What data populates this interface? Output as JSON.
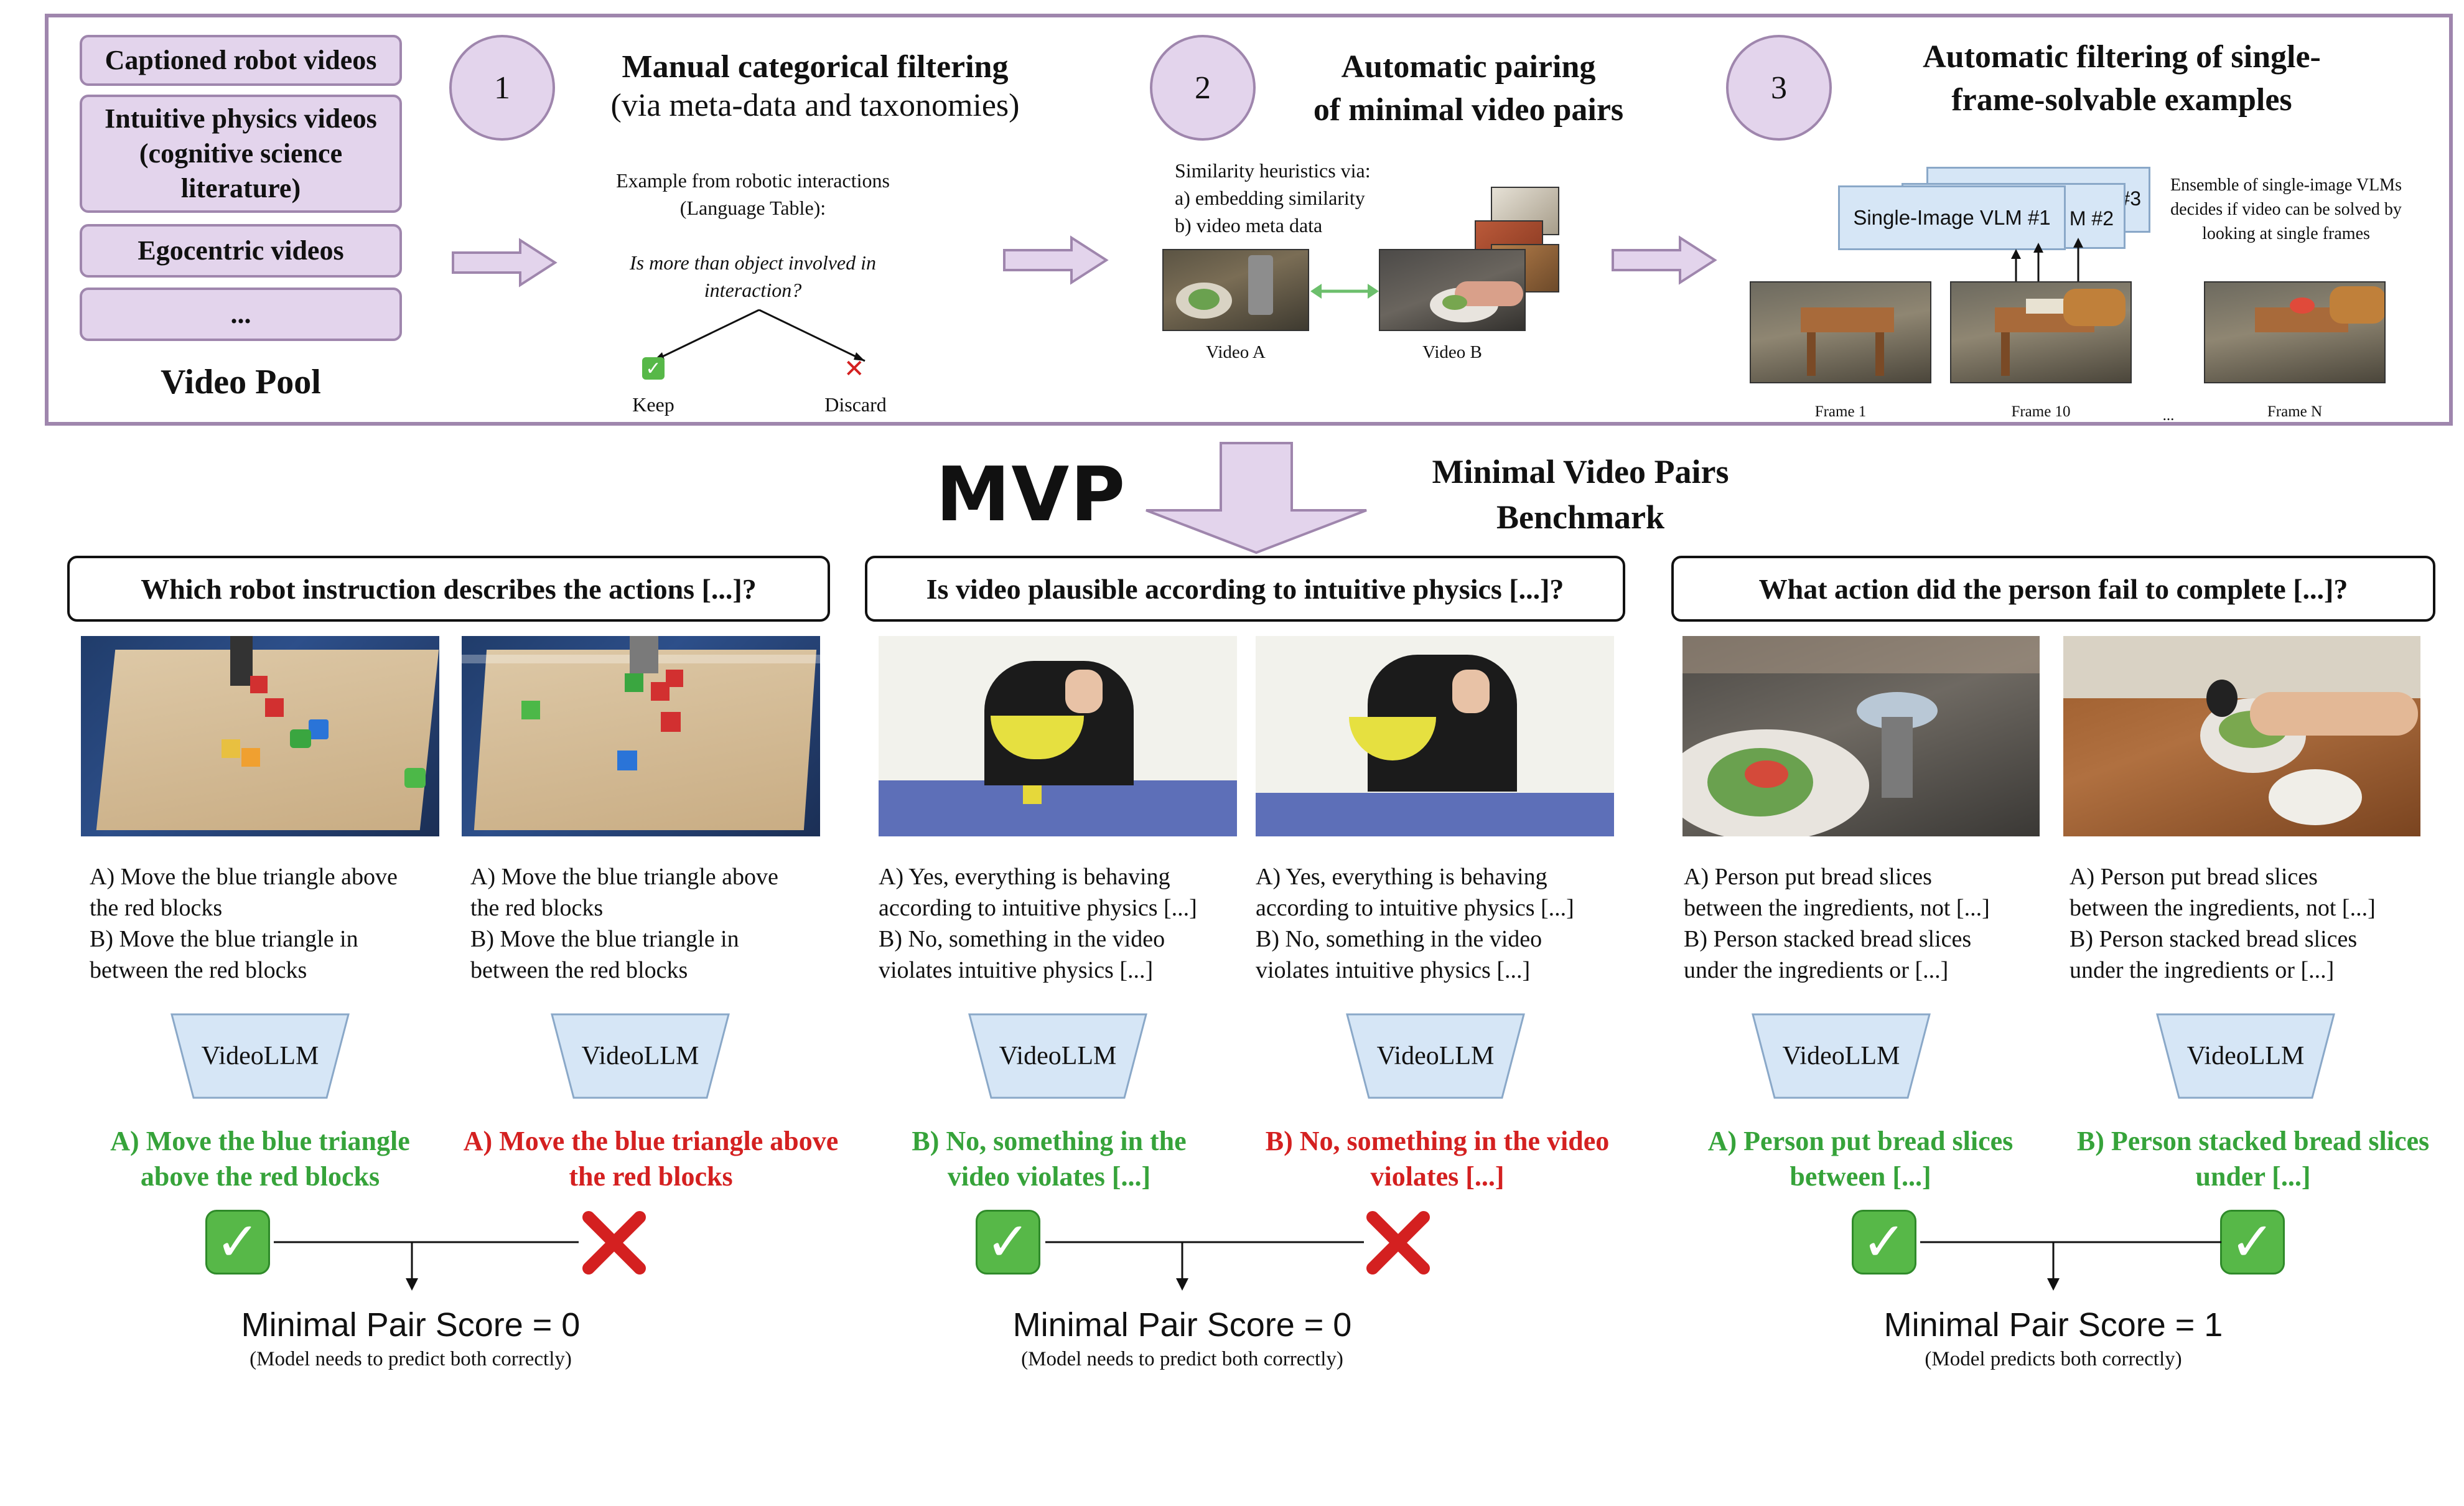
{
  "pool": {
    "items": [
      "Captioned robot videos",
      "Intuitive physics videos (cognitive science literature)",
      "Egocentric videos",
      "..."
    ],
    "title": "Video Pool"
  },
  "step1": {
    "number": "1",
    "title": "Manual categorical filtering",
    "subtitle": "(via meta-data and taxonomies)",
    "example_line1": "Example from robotic interactions",
    "example_line2": "(Language Table):",
    "question": "Is more than object involved in interaction?",
    "keep_label": "Keep",
    "discard_label": "Discard"
  },
  "step2": {
    "number": "2",
    "title_line1": "Automatic pairing",
    "title_line2": "of minimal video pairs",
    "heuristics": [
      "Similarity heuristics via:",
      "a) embedding similarity",
      "b) video meta data"
    ],
    "video_a": "Video A",
    "video_b": "Video B"
  },
  "step3": {
    "number": "3",
    "title_line1": "Automatic filtering of single-",
    "title_line2": "frame-solvable examples",
    "vlm_labels": [
      "Single-Image VLM #1",
      "M #2",
      "#3"
    ],
    "ensemble_note": [
      "Ensemble of single-image VLMs",
      "decides if video can be solved by",
      "looking at single frames"
    ],
    "frames": [
      "Frame 1",
      "Frame 10",
      "...",
      "Frame N"
    ]
  },
  "mvp": {
    "logo": "MVP",
    "title_line1": "Minimal Video Pairs",
    "title_line2": "Benchmark"
  },
  "columns": [
    {
      "question": "Which robot instruction describes the actions [...]?",
      "options": [
        [
          "A) Move the blue triangle above",
          "the red blocks",
          "B) Move the blue triangle in",
          "between the red blocks"
        ],
        [
          "A) Move the blue triangle above",
          "the red blocks",
          "B) Move the blue triangle in",
          "between the red blocks"
        ]
      ],
      "model_label": "VideoLLM",
      "answers": [
        {
          "text": [
            "A) Move the blue triangle",
            "above the red blocks"
          ],
          "correct": true
        },
        {
          "text": [
            "A) Move the blue triangle above",
            "the red blocks"
          ],
          "correct": false
        }
      ],
      "score": "Minimal Pair Score = 0",
      "note": "(Model needs to predict both correctly)"
    },
    {
      "question": "Is video plausible according to intuitive physics [...]?",
      "options": [
        [
          "A) Yes, everything is behaving",
          "according to intuitive physics [...]",
          "B) No, something in the video",
          "violates intuitive physics [...]"
        ],
        [
          "A) Yes, everything is behaving",
          "according to intuitive physics [...]",
          "B) No, something in the video",
          "violates intuitive physics [...]"
        ]
      ],
      "model_label": "VideoLLM",
      "answers": [
        {
          "text": [
            "B) No, something in the",
            "video violates [...]"
          ],
          "correct": true
        },
        {
          "text": [
            "B) No, something in the video",
            "violates [...]"
          ],
          "correct": false
        }
      ],
      "score": "Minimal Pair Score = 0",
      "note": "(Model needs to predict both correctly)"
    },
    {
      "question": "What action did the person fail to complete [...]?",
      "options": [
        [
          "A) Person put bread slices",
          "between the ingredients, not  [...]",
          "B) Person stacked bread slices",
          "under the ingredients or  [...]"
        ],
        [
          "A) Person put bread slices",
          "between the ingredients, not  [...]",
          "B) Person stacked bread slices",
          "under the ingredients or  [...]"
        ]
      ],
      "model_label": "VideoLLM",
      "answers": [
        {
          "text": [
            "A) Person put bread slices",
            "between [...]"
          ],
          "correct": true
        },
        {
          "text": [
            "B) Person stacked bread slices",
            "under [...]"
          ],
          "correct": true
        }
      ],
      "score": "Minimal Pair Score = 1",
      "note": "(Model predicts both correctly)"
    }
  ],
  "colors": {
    "accent_purple": "#9f86ad",
    "fill_purple": "#e3d4ec",
    "model_blue": "#d6e6f6",
    "correct_green": "#36a33a",
    "wrong_red": "#d42020",
    "pair_arrow_green": "#6cbf6c"
  },
  "icons": [
    "check-icon",
    "cross-icon",
    "arrow-right-icon",
    "arrow-down-icon"
  ]
}
